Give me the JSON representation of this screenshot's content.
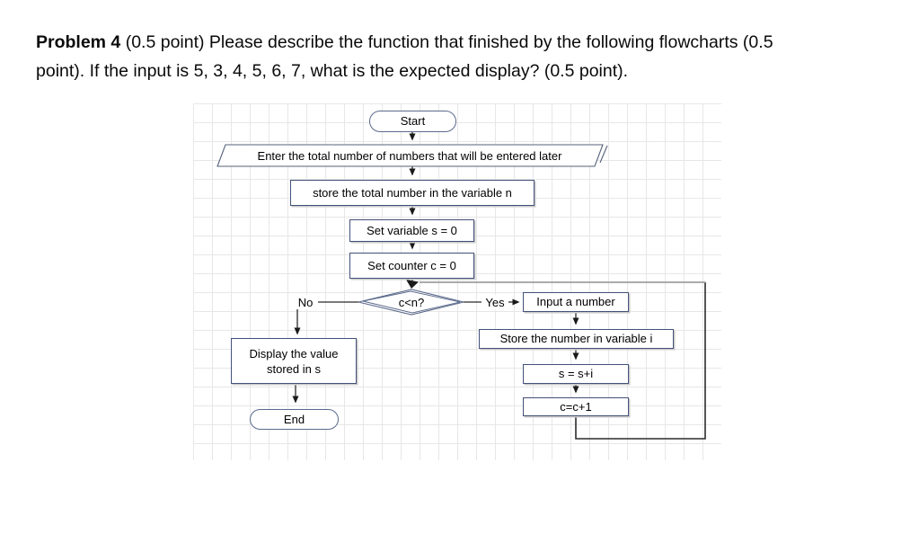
{
  "problem": {
    "line1_bold": "Problem 4",
    "line1_rest": " (0.5 point) Please describe the function that finished by the following flowcharts (0.5",
    "line2": "point). If the input is 5, 3, 4, 5, 6, 7, what is the expected display? (0.5 point)."
  },
  "flowchart": {
    "nodes": {
      "start": "Start",
      "enter_total": "Enter the total number of numbers that will be entered later",
      "store_n": "store the total number in the variable n",
      "set_s": "Set variable s = 0",
      "set_c": "Set counter c = 0",
      "decision": "c<n?",
      "no_label": "No",
      "yes_label": "Yes",
      "display_line1": "Display the value",
      "display_line2": "stored in s",
      "end": "End",
      "input_number": "Input a number",
      "store_i": "Store the number in variable i",
      "sum": "s = s+i",
      "increment": "c=c+1"
    },
    "colors": {
      "rect_border": "#43507a",
      "oval_border": "#5b6a8c",
      "connector": "#2b2b2b",
      "loop_top_segment": "#9f9f9f",
      "grid_line": "#e7e7e7",
      "box_shadow": "#c9c9c9",
      "text": "#000000"
    }
  }
}
